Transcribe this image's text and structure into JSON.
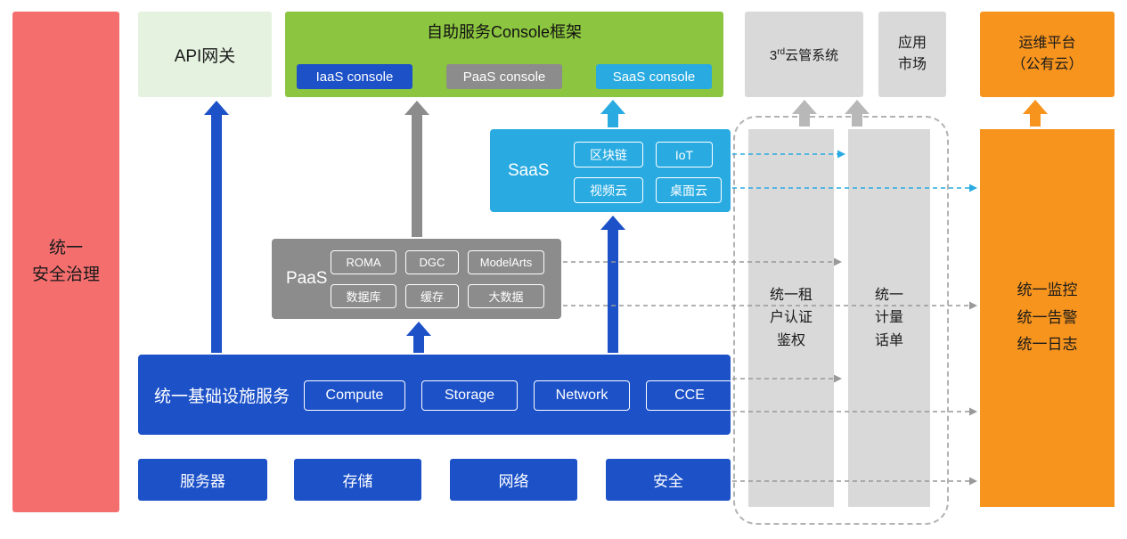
{
  "colors": {
    "blue": "#1C51C8",
    "gray": "#8C8C8C",
    "cyan": "#29ABE2",
    "orange": "#F7941E",
    "red": "#F56E6E",
    "green": "#8CC540",
    "light_green": "#E5F2E0",
    "light_gray": "#D9D9D9"
  },
  "security_bar": {
    "label": "统一\n安全治理"
  },
  "api_gateway": {
    "label": "API网关"
  },
  "console_frame": {
    "title": "自助服务Console框架",
    "consoles": [
      {
        "label": "IaaS console"
      },
      {
        "label": "PaaS console"
      },
      {
        "label": "SaaS console"
      }
    ]
  },
  "third_party_cloud": {
    "base": "3",
    "sup": "rd",
    "rest": "云管系统"
  },
  "app_market": {
    "label": "应用\n市场"
  },
  "om_platform": {
    "label": "运维平台\n（公有云）"
  },
  "saas": {
    "label": "SaaS",
    "items": [
      "区块链",
      "IoT",
      "视频云",
      "桌面云"
    ]
  },
  "paas": {
    "label": "PaaS",
    "items": [
      "ROMA",
      "DGC",
      "ModelArts",
      "数据库",
      "缓存",
      "大数据"
    ]
  },
  "infra": {
    "label": "统一基础设施服务",
    "items": [
      "Compute",
      "Storage",
      "Network",
      "CCE"
    ]
  },
  "hardware": [
    "服务器",
    "存储",
    "网络",
    "安全"
  ],
  "auth_bar": {
    "label": "统一租\n户认证\n鉴权"
  },
  "metering_bar": {
    "label": "统一\n计量\n话单"
  },
  "monitor_bar": {
    "label": "统一监控\n统一告警\n统一日志"
  }
}
